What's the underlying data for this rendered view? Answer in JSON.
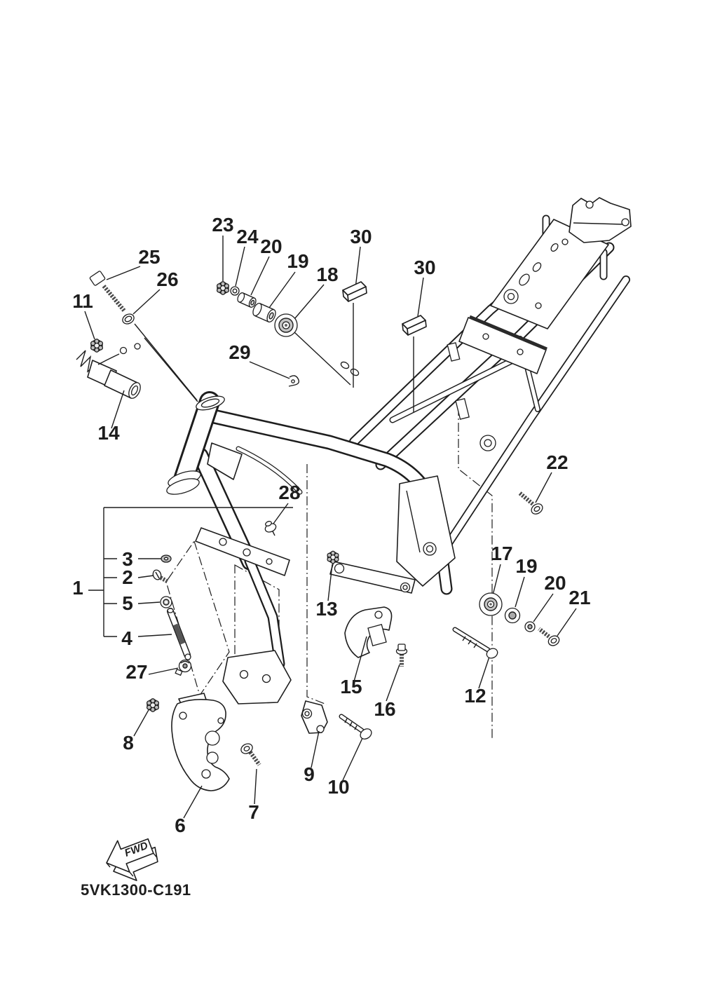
{
  "diagram": {
    "type": "exploded-parts-diagram",
    "code": "5VK1300-C191",
    "fwd_label": "FWD"
  },
  "colors": {
    "line": "#1d1d1d",
    "background": "#ffffff"
  },
  "labels": {
    "n23": "23",
    "n24": "24",
    "n20a": "20",
    "n19a": "19",
    "n18": "18",
    "n30a": "30",
    "n30b": "30",
    "n25": "25",
    "n26": "26",
    "n11": "11",
    "n14": "14",
    "n29": "29",
    "n28": "28",
    "n22": "22",
    "n1": "1",
    "n3": "3",
    "n2": "2",
    "n5": "5",
    "n4": "4",
    "n27": "27",
    "n13": "13",
    "n17": "17",
    "n19b": "19",
    "n20b": "20",
    "n21": "21",
    "n15": "15",
    "n16": "16",
    "n12": "12",
    "n8": "8",
    "n6": "6",
    "n7": "7",
    "n9": "9",
    "n10": "10"
  }
}
